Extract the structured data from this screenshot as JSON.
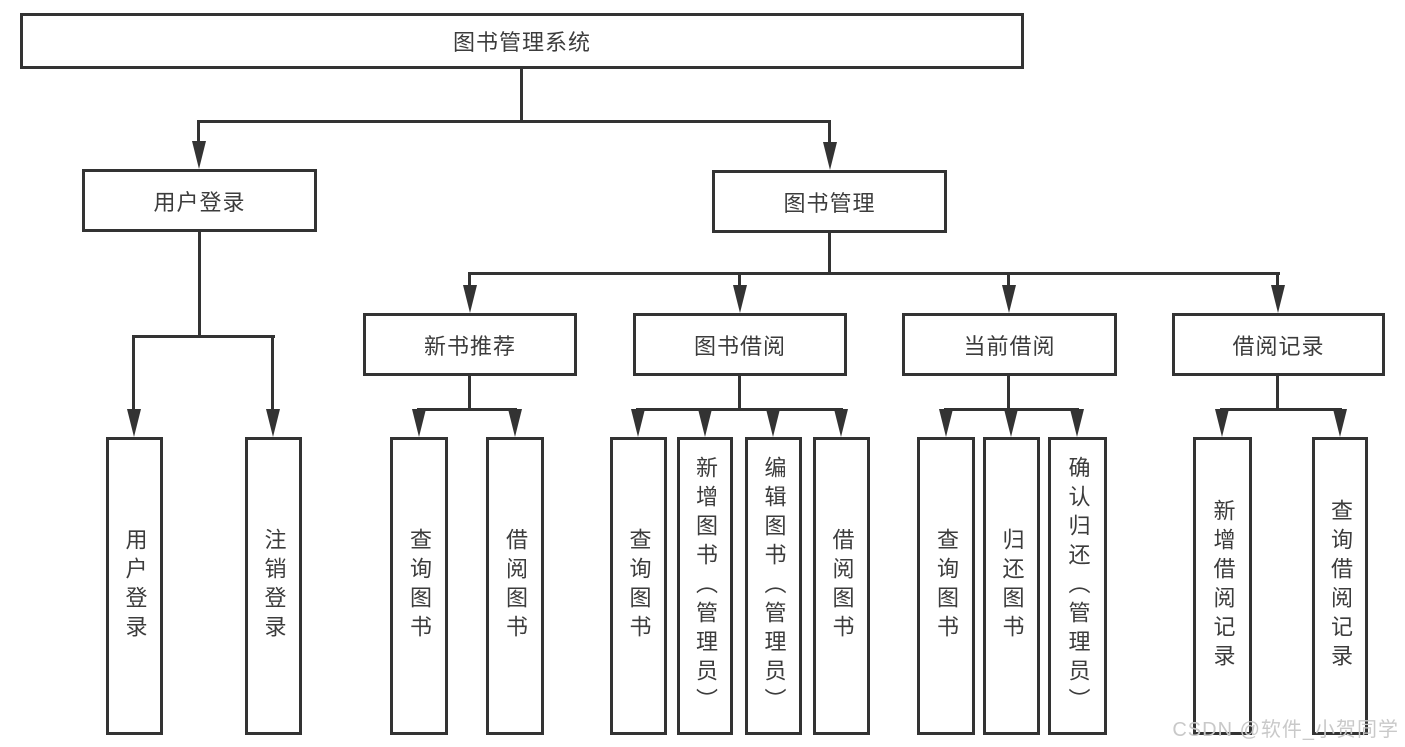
{
  "diagram": {
    "root": {
      "label": "图书管理系统"
    },
    "level2": [
      {
        "label": "用户登录"
      },
      {
        "label": "图书管理"
      }
    ],
    "level3": [
      {
        "label": "新书推荐"
      },
      {
        "label": "图书借阅"
      },
      {
        "label": "当前借阅"
      },
      {
        "label": "借阅记录"
      }
    ],
    "leaves": {
      "user_login": [
        "用户登录",
        "注销登录"
      ],
      "new_book_rec": [
        "查询图书",
        "借阅图书"
      ],
      "book_borrow": [
        "查询图书",
        "新增图书（管理员）",
        "编辑图书（管理员）",
        "借阅图书"
      ],
      "current_borrow": [
        "查询图书",
        "归还图书",
        "确认归还（管理员）"
      ],
      "borrow_records": [
        "新增借阅记录",
        "查询借阅记录"
      ]
    }
  },
  "colors": {
    "line": "#333333",
    "text": "#3c3c3c",
    "watermark": "#c9c9c9"
  },
  "watermark": {
    "text": "CSDN @软件_小贺同学"
  }
}
